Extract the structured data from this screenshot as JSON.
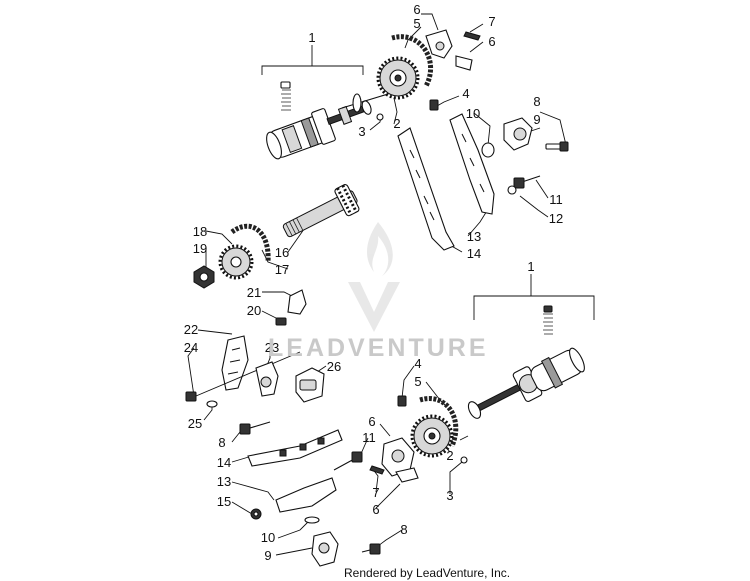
{
  "diagram": {
    "callouts": [
      {
        "id": "1"
      },
      {
        "id": "6"
      },
      {
        "id": "5"
      },
      {
        "id": "7"
      },
      {
        "id": "6"
      },
      {
        "id": "4"
      },
      {
        "id": "8"
      },
      {
        "id": "10"
      },
      {
        "id": "9"
      },
      {
        "id": "3"
      },
      {
        "id": "2"
      },
      {
        "id": "11"
      },
      {
        "id": "12"
      },
      {
        "id": "13"
      },
      {
        "id": "14"
      },
      {
        "id": "18"
      },
      {
        "id": "19"
      },
      {
        "id": "16"
      },
      {
        "id": "17"
      },
      {
        "id": "21"
      },
      {
        "id": "20"
      },
      {
        "id": "22"
      },
      {
        "id": "24"
      },
      {
        "id": "23"
      },
      {
        "id": "26"
      },
      {
        "id": "25"
      },
      {
        "id": "8"
      },
      {
        "id": "14"
      },
      {
        "id": "13"
      },
      {
        "id": "15"
      },
      {
        "id": "10"
      },
      {
        "id": "9"
      },
      {
        "id": "8"
      },
      {
        "id": "6"
      },
      {
        "id": "11"
      },
      {
        "id": "7"
      },
      {
        "id": "6"
      },
      {
        "id": "4"
      },
      {
        "id": "5"
      },
      {
        "id": "2"
      },
      {
        "id": "3"
      },
      {
        "id": "1"
      }
    ]
  },
  "watermark": {
    "text": "LEADVENTURE"
  },
  "footer": {
    "credit": "Rendered by LeadVenture, Inc."
  }
}
